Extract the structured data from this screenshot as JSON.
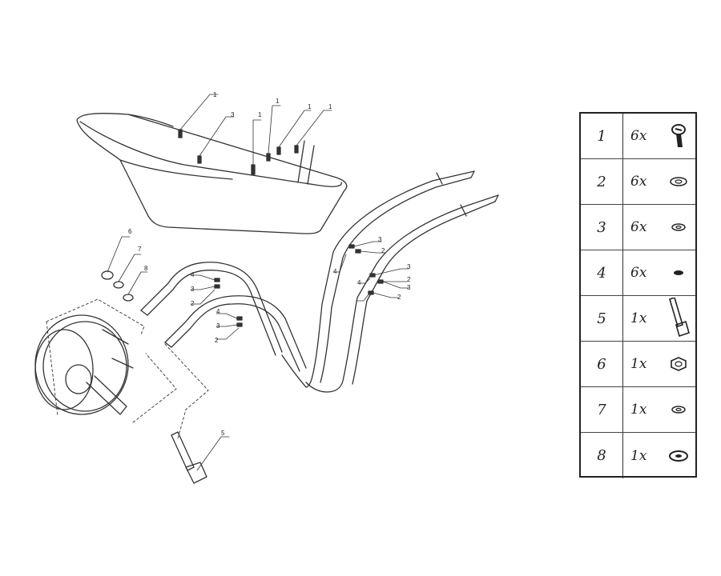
{
  "diagram": {
    "callouts": {
      "basin_1a": "1",
      "basin_3": "3",
      "basin_1b": "1",
      "basin_1c": "1",
      "basin_1d": "1",
      "basin_1e": "1",
      "lh_3": "3",
      "lh_2": "2",
      "lh_4": "4",
      "rh_3": "3",
      "rh_2": "2",
      "rh_4": "4",
      "rh_3b": "3",
      "rh_2b": "2",
      "wheel_6": "6",
      "wheel_7": "7",
      "wheel_8": "8",
      "leg_4": "4",
      "leg_3": "3",
      "leg_2": "2",
      "leg2_4": "4",
      "leg2_3": "3",
      "leg2_2": "2",
      "bolt_5": "5"
    }
  },
  "parts_table": {
    "rows": [
      {
        "num": "1",
        "qty": "6x",
        "icon": "bolt-icon"
      },
      {
        "num": "2",
        "qty": "6x",
        "icon": "washer-icon"
      },
      {
        "num": "3",
        "qty": "6x",
        "icon": "spring-washer-icon"
      },
      {
        "num": "4",
        "qty": "6x",
        "icon": "small-washer-icon"
      },
      {
        "num": "5",
        "qty": "1x",
        "icon": "axle-bolt-icon"
      },
      {
        "num": "6",
        "qty": "1x",
        "icon": "hex-nut-icon"
      },
      {
        "num": "7",
        "qty": "1x",
        "icon": "spring-washer-icon"
      },
      {
        "num": "8",
        "qty": "1x",
        "icon": "flat-washer-icon"
      }
    ]
  }
}
